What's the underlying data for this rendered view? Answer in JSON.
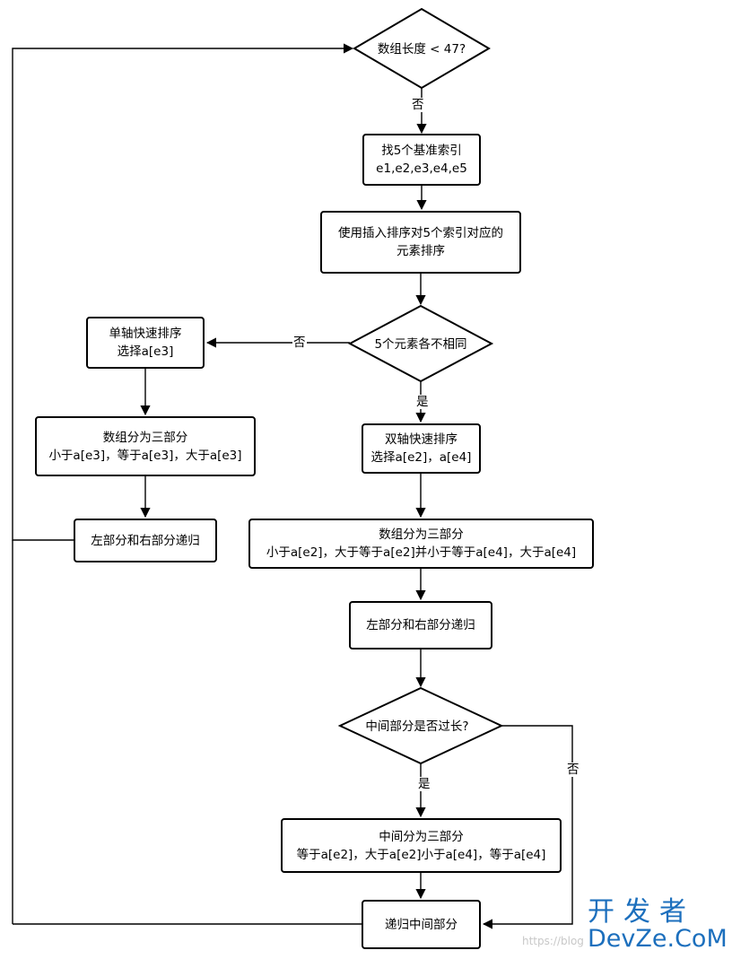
{
  "nodes": {
    "n1": "数组长度 < 47?",
    "n2_line1": "找5个基准索引",
    "n2_line2": "e1,e2,e3,e4,e5",
    "n3_line1": "使用插入排序对5个索引对应的",
    "n3_line2": "元素排序",
    "n4": "5个元素各不相同",
    "n5_line1": "单轴快速排序",
    "n5_line2": "选择a[e3]",
    "n6_line1": "数组分为三部分",
    "n6_line2": "小于a[e3]，等于a[e3]，大于a[e3]",
    "n7": "左部分和右部分递归",
    "n8_line1": "双轴快速排序",
    "n8_line2": "选择a[e2]，a[e4]",
    "n9_line1": "数组分为三部分",
    "n9_line2": "小于a[e2]，大于等于a[e2]并小于等于a[e4]，大于a[e4]",
    "n10": "左部分和右部分递归",
    "n11": "中间部分是否过长?",
    "n12_line1": "中间分为三部分",
    "n12_line2": "等于a[e2]，大于a[e2]小于a[e4]，等于a[e4]",
    "n13": "递归中间部分"
  },
  "edge_labels": {
    "no_1": "否",
    "no_2": "否",
    "yes_1": "是",
    "yes_2": "是",
    "no_3": "否"
  },
  "watermark": {
    "cn": "开发者",
    "en": "DevZe.CoM",
    "url": "https://blog"
  }
}
